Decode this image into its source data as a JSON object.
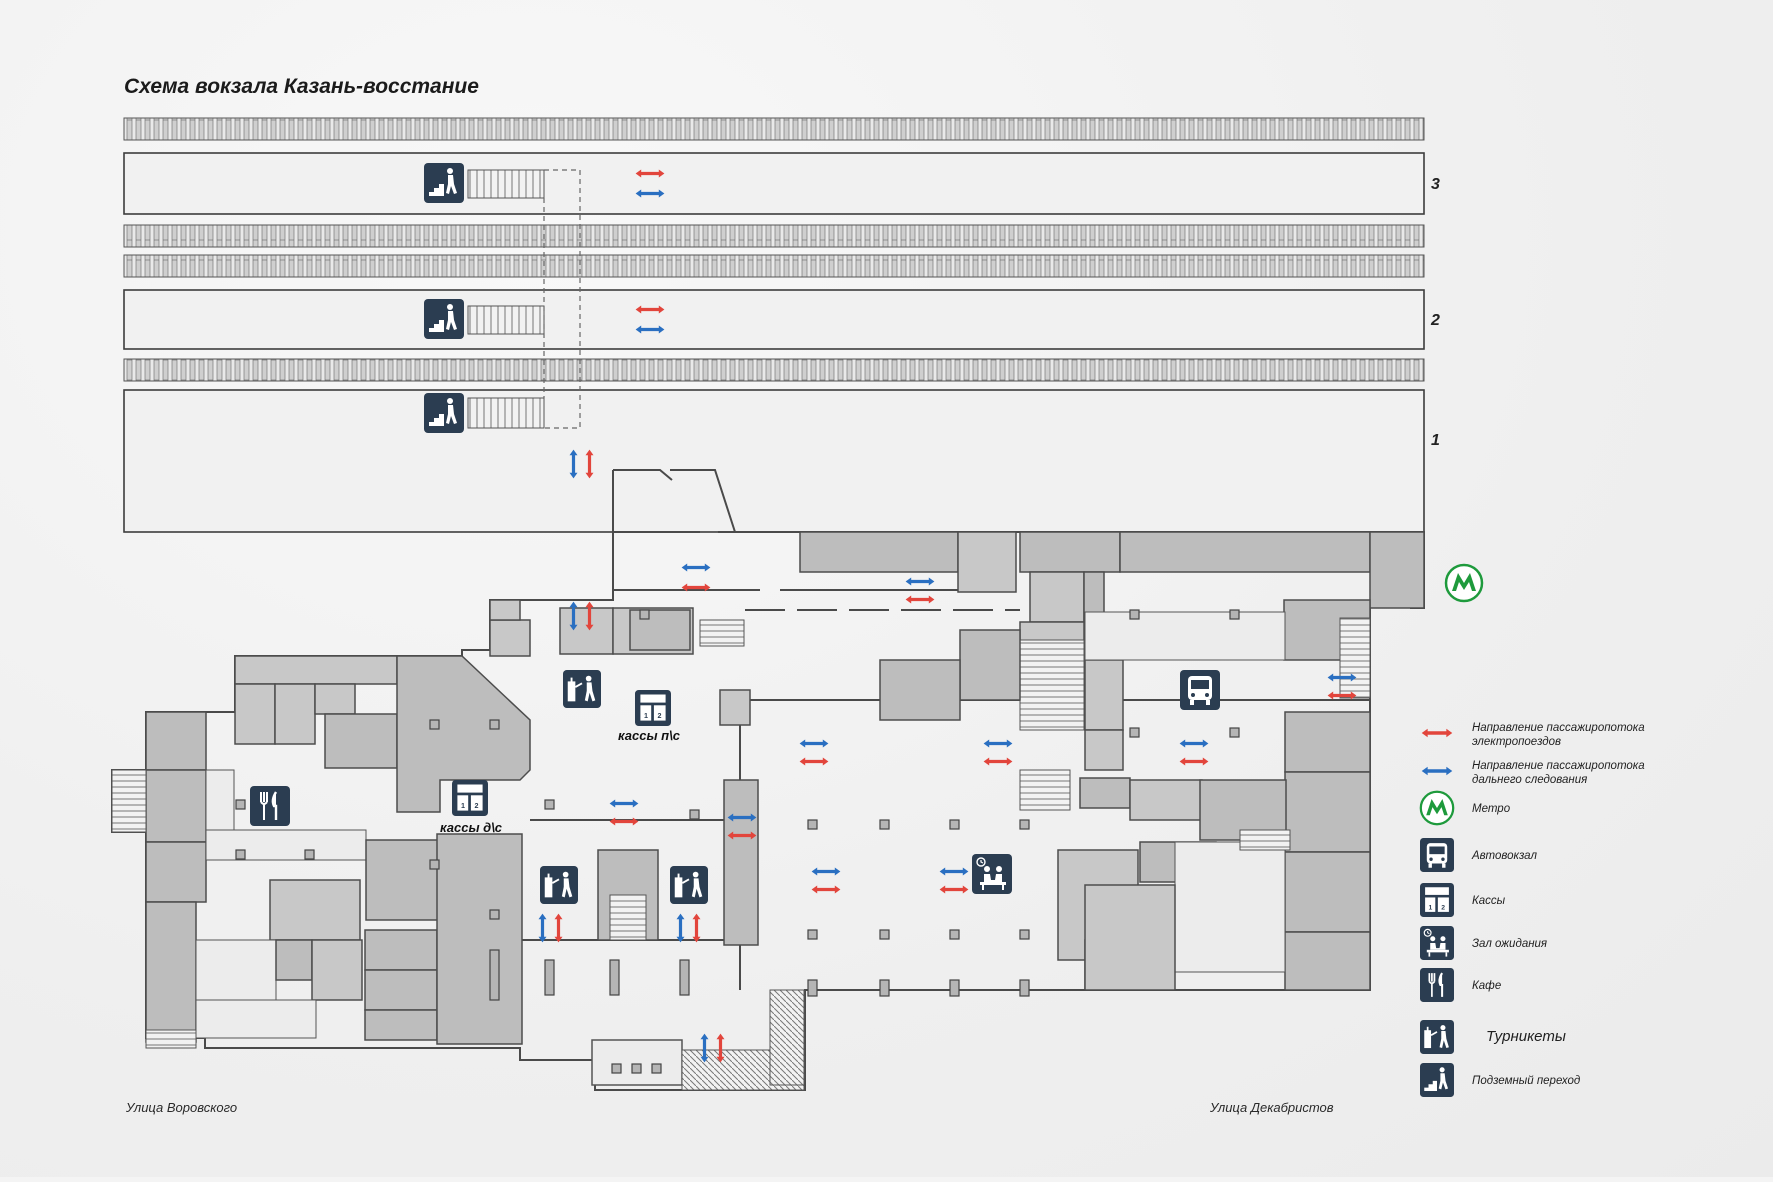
{
  "map": {
    "title": "Схема вокзала Казань-восстание",
    "platforms": [
      "3",
      "2",
      "1"
    ],
    "streets": {
      "left": "Улица Воровского",
      "right": "Улица Декабристов"
    },
    "labels": {
      "kassy_ps": "кассы п\\с",
      "kassy_ds": "кассы д\\с"
    }
  },
  "legend": {
    "items": [
      {
        "icon": "red-arrow-icon",
        "text": [
          "Направление пассажиропотока",
          "электропоездов"
        ]
      },
      {
        "icon": "blue-arrow-icon",
        "text": [
          "Направление пассажиропотока",
          "дальнего следования"
        ]
      },
      {
        "icon": "metro-icon",
        "text": [
          "Метро"
        ]
      },
      {
        "icon": "bus-icon",
        "text": [
          "Автовокзал"
        ]
      },
      {
        "icon": "tickets-icon",
        "text": [
          "Кассы"
        ]
      },
      {
        "icon": "waiting-room-icon",
        "text": [
          "Зал ожидания"
        ]
      },
      {
        "icon": "cafe-icon",
        "text": [
          "Кафе"
        ]
      },
      {
        "icon": "turnstile-icon",
        "text": [
          "Турникеты"
        ]
      },
      {
        "icon": "underpass-icon",
        "text": [
          "Подземный переход"
        ]
      }
    ]
  },
  "colors": {
    "red": "#e2453c",
    "blue": "#2a6fc1",
    "icon_bg": "#2b3d51",
    "metro": "#1e9a3c",
    "room": "#bdbdbd",
    "wall": "#4a4a4a"
  }
}
